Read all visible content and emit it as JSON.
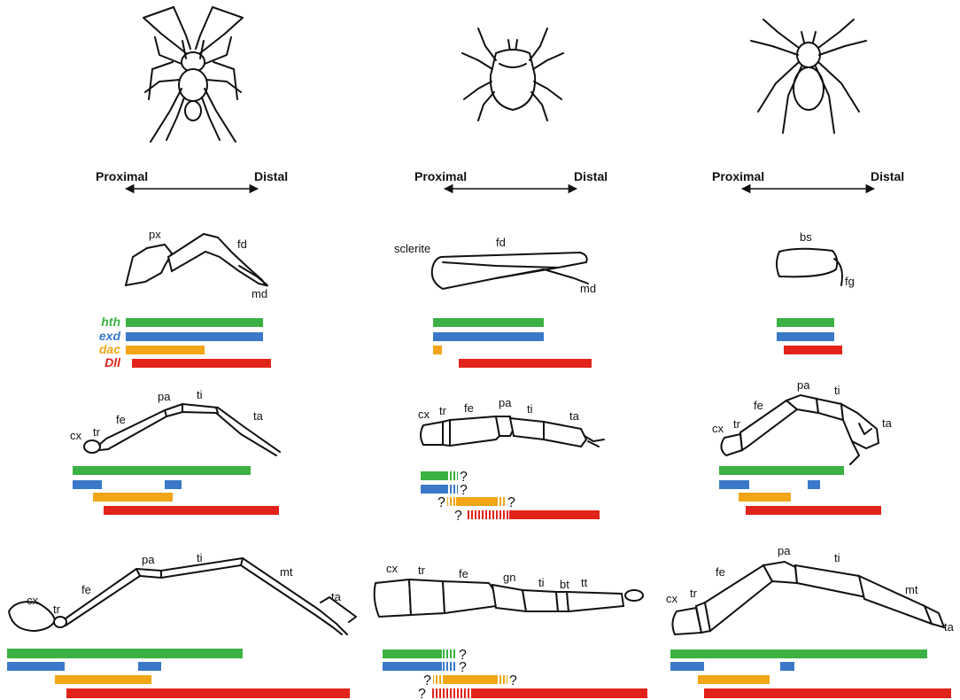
{
  "axis": {
    "proximal": "Proximal",
    "distal": "Distal"
  },
  "genes": {
    "hth": "hth",
    "exd": "exd",
    "dac": "dac",
    "dll": "Dll"
  },
  "colors": {
    "hth": "#3bb143",
    "exd": "#3a78c9",
    "dac": "#f2a516",
    "dll": "#e2231a"
  },
  "uncertain_mark": "?",
  "columns": [
    {
      "chelicera": [
        "px",
        "fd",
        "md"
      ],
      "pedipalp": [
        "cx",
        "tr",
        "fe",
        "pa",
        "ti",
        "ta"
      ],
      "leg": [
        "cx",
        "tr",
        "fe",
        "pa",
        "ti",
        "mt",
        "ta"
      ]
    },
    {
      "chelicera": [
        "sclerite",
        "fd",
        "md"
      ],
      "pedipalp": [
        "cx",
        "tr",
        "fe",
        "pa",
        "ti",
        "ta"
      ],
      "leg": [
        "cx",
        "tr",
        "fe",
        "gn",
        "ti",
        "bt",
        "tt"
      ]
    },
    {
      "chelicera": [
        "bs",
        "fg"
      ],
      "pedipalp": [
        "cx",
        "tr",
        "fe",
        "pa",
        "ti",
        "ta"
      ],
      "leg": [
        "cx",
        "tr",
        "fe",
        "pa",
        "ti",
        "mt",
        "ta"
      ]
    }
  ]
}
